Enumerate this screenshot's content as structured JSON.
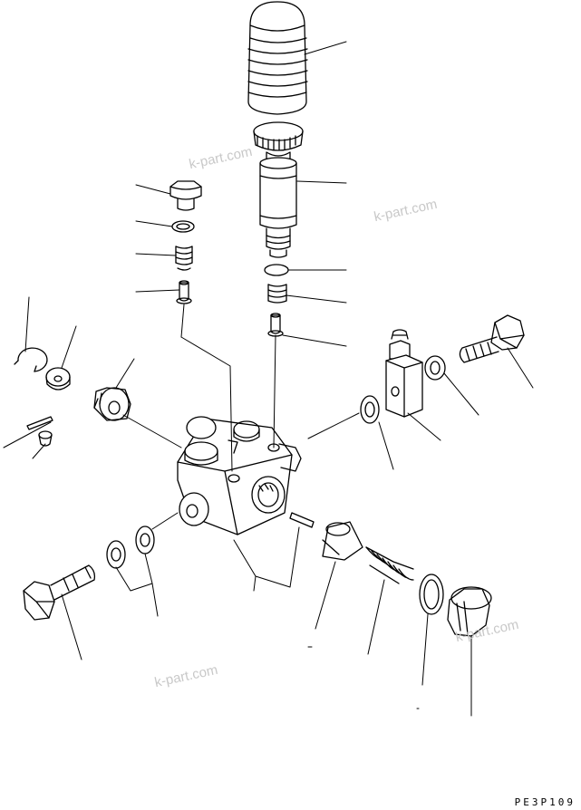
{
  "drawing_code": "PE3P109",
  "watermarks": [
    "k-part.com",
    "k-part.com",
    "k-part.com",
    "k-part.com"
  ],
  "parts": [
    "rubber-boot",
    "priming-knob",
    "priming-pump-cylinder",
    "plug-bolt",
    "gasket",
    "check-spring",
    "check-valve",
    "o-ring",
    "pump-spring",
    "pump-valve",
    "snap-ring",
    "washer",
    "banjo-fitting",
    "pin",
    "valve-seat",
    "banjo-bolt",
    "connector-block",
    "gasket-ring",
    "pump-body",
    "gasket-pair",
    "hollow-bolt",
    "roller-pin",
    "tappet",
    "piston-spring",
    "end-gasket",
    "end-plug"
  ]
}
